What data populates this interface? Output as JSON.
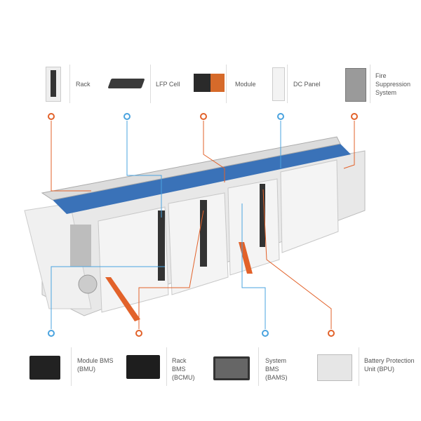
{
  "top_components": [
    {
      "label": "Rack",
      "marker": "orange"
    },
    {
      "label": "LFP Cell",
      "marker": "blue"
    },
    {
      "label": "Module",
      "marker": "orange"
    },
    {
      "label": "DC Panel",
      "marker": "blue"
    },
    {
      "label": "Fire Suppression System",
      "marker": "orange"
    }
  ],
  "bottom_components": [
    {
      "label": "Module BMS (BMU)",
      "marker": "blue"
    },
    {
      "label": "Rack BMS (BCMU)",
      "marker": "orange"
    },
    {
      "label": "System BMS (BAMS)",
      "marker": "blue"
    },
    {
      "label": "Battery Protection Unit (BPU)",
      "marker": "orange"
    }
  ],
  "colors": {
    "orange": "#e2622a",
    "blue": "#4aa3df",
    "roof": "#3a72b8"
  }
}
